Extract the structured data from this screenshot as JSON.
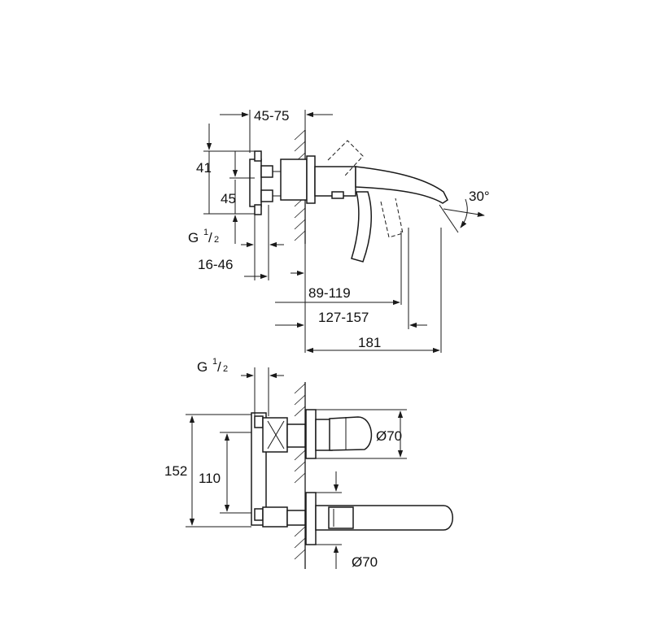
{
  "colors": {
    "line": "#1a1a1a",
    "background": "#ffffff"
  },
  "side_view": {
    "flange_depth": "45-75",
    "upper_height": "41",
    "lower_height": "45",
    "thread_label": "G",
    "thread_num": "1",
    "thread_den": "2",
    "mount_depth": "16-46",
    "reach_short": "89-119",
    "reach_mid": "127-157",
    "reach_full": "181",
    "spout_angle": "30°"
  },
  "front_view": {
    "thread_label": "G",
    "thread_num": "1",
    "thread_den": "2",
    "total_height": "152",
    "inner_height": "110",
    "upper_rosette_diameter": "Ø70",
    "lower_rosette_diameter": "Ø70"
  }
}
